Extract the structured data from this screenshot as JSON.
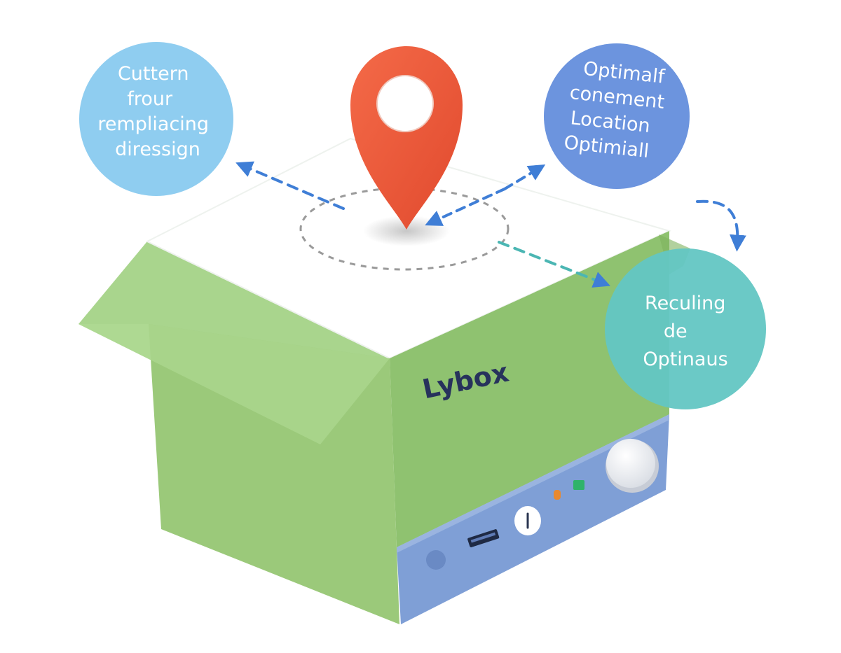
{
  "colors": {
    "bubble_left": "#8fcdf0",
    "bubble_right_top": "#6c94de",
    "bubble_right_bottom": "#63c6c3",
    "box_front": "#9bc97a",
    "box_side": "#8fc270",
    "box_flap": "#a9d58d",
    "box_top": "#ffffff",
    "panel": "#7f9fd6",
    "pin": "#ee5a3c",
    "arrow": "#3f7ed6",
    "arrow_teal": "#4bb6b3",
    "led_orange": "#e8892f",
    "led_green": "#2fb36a"
  },
  "icons": [
    "location-pin-icon",
    "power-knob-icon",
    "power-button-icon",
    "usb-port-icon"
  ],
  "bubbles": {
    "left": {
      "lines": [
        "Cuttern",
        "frour",
        "rempliacing",
        "diressign"
      ]
    },
    "right_top": {
      "lines": [
        "Optimalf",
        "conement",
        "Location",
        "Optimiall"
      ]
    },
    "right_bottom": {
      "lines": [
        "Reculing",
        "de",
        "Optinaus"
      ]
    }
  },
  "box": {
    "brand": "Lybox"
  }
}
